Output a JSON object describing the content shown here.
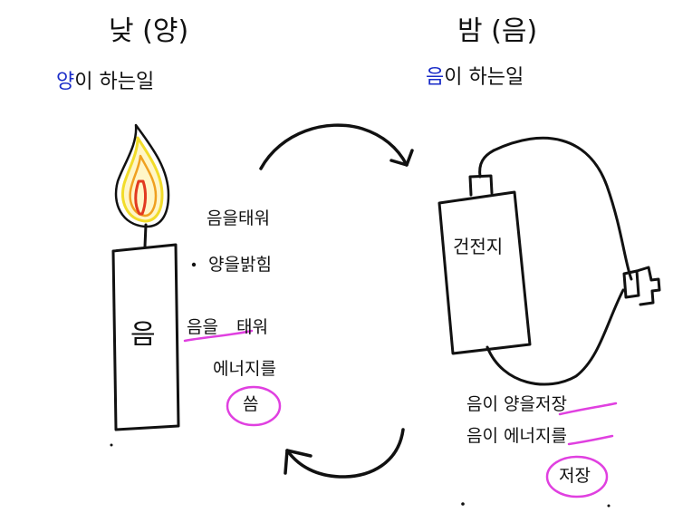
{
  "day": {
    "title": "낮 (양)",
    "subtitle_accent": "양",
    "subtitle_rest": "이 하는일",
    "candle_label": "음",
    "notes": {
      "line1": "음을태워",
      "line2": "양을밝힘",
      "line3_underlined": "음을",
      "line3_rest": "태워",
      "line4": "에너지를",
      "line5_circled": "씀"
    }
  },
  "night": {
    "title": "밤 (음)",
    "subtitle_accent": "음",
    "subtitle_rest": "이 하는일",
    "battery_label": "건전지",
    "notes": {
      "line1_a": "음이 ",
      "line1_underlined": "양을",
      "line1_b": "저장",
      "line2": "음이 에너지를",
      "line3_circled": "저장"
    }
  },
  "colors": {
    "ink": "#111111",
    "accent_blue": "#1a2cc8",
    "highlight_magenta": "#e040e0",
    "flame_yellow": "#f2dc2a",
    "flame_orange": "#f0a020",
    "flame_red": "#e23a20"
  }
}
